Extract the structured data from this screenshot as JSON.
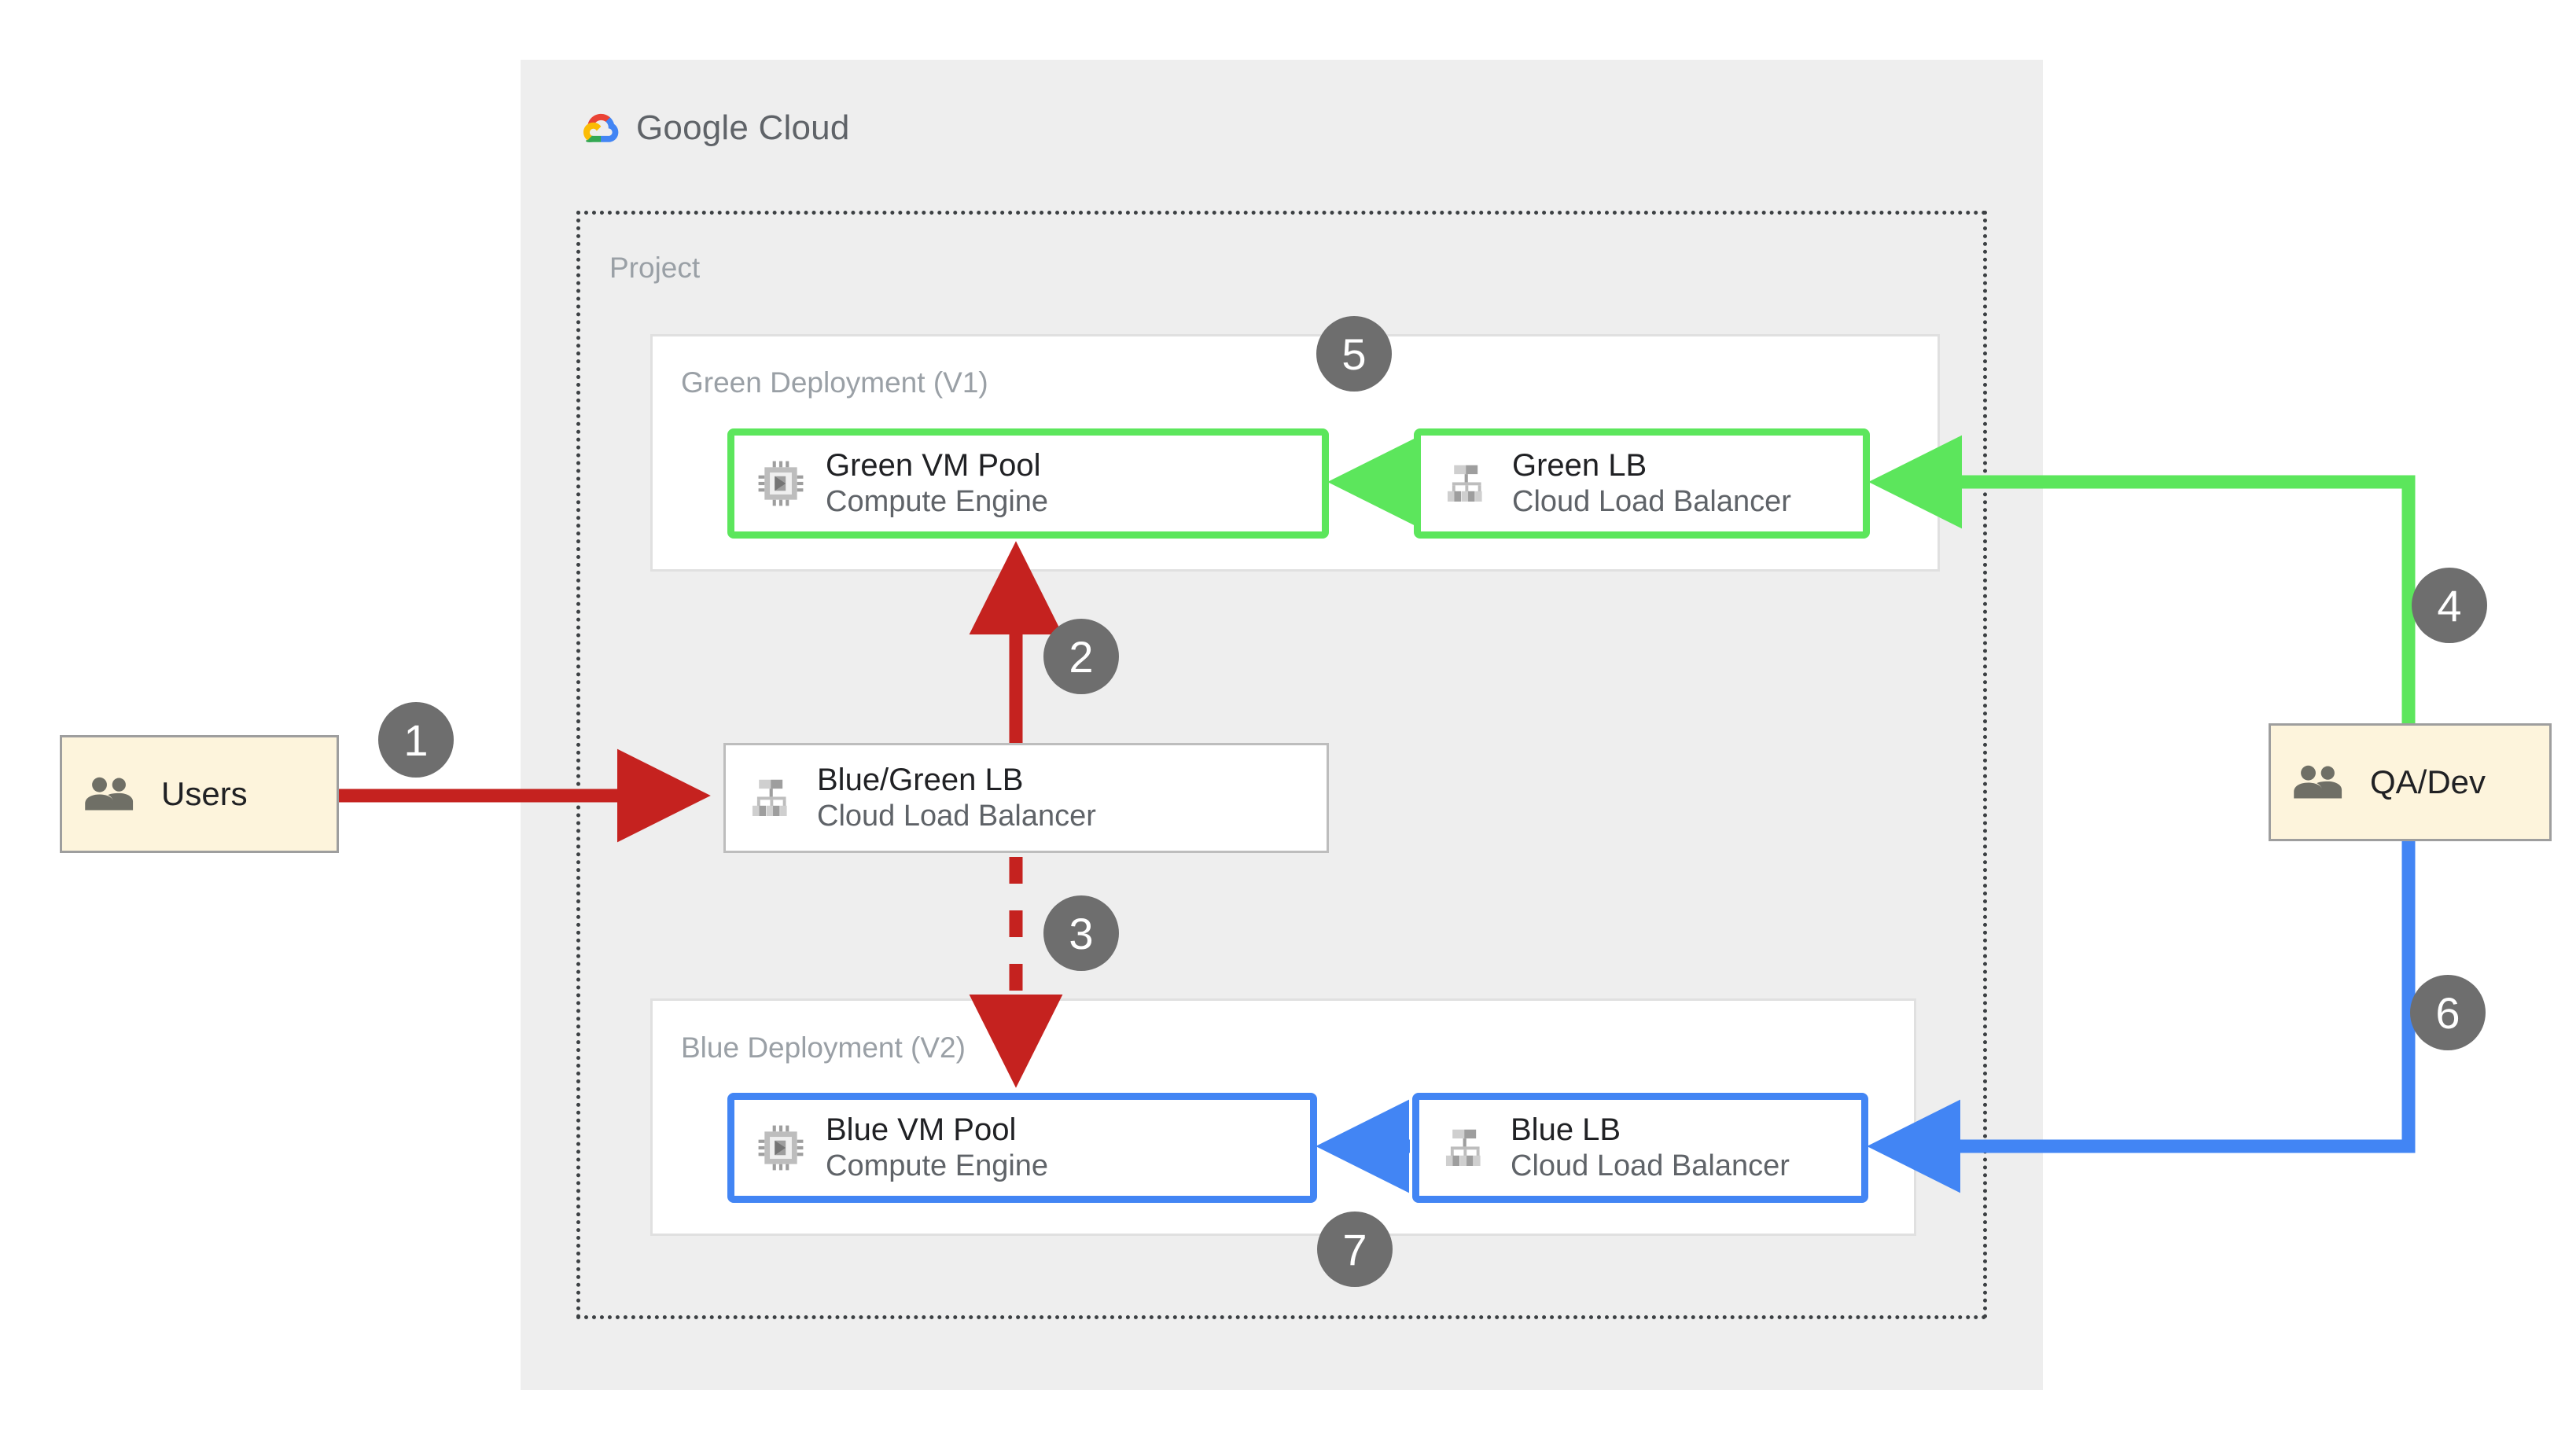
{
  "brand": {
    "logo_icon": "google-cloud-logo-icon",
    "name_part1": "Google",
    "name_part2": "Cloud"
  },
  "project": {
    "label": "Project"
  },
  "deployments": [
    {
      "key": "green",
      "label": "Green Deployment (V1)",
      "accent": "#5CE65C"
    },
    {
      "key": "blue",
      "label": "Blue Deployment (V2)",
      "accent": "#4285F4"
    }
  ],
  "cards": {
    "green_vm": {
      "title": "Green VM Pool",
      "subtitle": "Compute Engine",
      "icon": "cpu-icon"
    },
    "green_lb": {
      "title": "Green LB",
      "subtitle": "Cloud Load Balancer",
      "icon": "load-balancer-icon"
    },
    "bg_lb": {
      "title": "Blue/Green LB",
      "subtitle": "Cloud Load Balancer",
      "icon": "load-balancer-icon"
    },
    "blue_vm": {
      "title": "Blue VM Pool",
      "subtitle": "Compute Engine",
      "icon": "cpu-icon"
    },
    "blue_lb": {
      "title": "Blue LB",
      "subtitle": "Cloud Load Balancer",
      "icon": "load-balancer-icon"
    }
  },
  "actors": {
    "users": {
      "label": "Users",
      "icon": "people-icon"
    },
    "qa_dev": {
      "label": "QA/Dev",
      "icon": "people-icon"
    }
  },
  "steps": [
    {
      "n": "1",
      "flow": "Users to Blue/Green LB",
      "color": "#C5221F",
      "style": "solid"
    },
    {
      "n": "2",
      "flow": "Blue/Green LB to Green VM Pool",
      "color": "#C5221F",
      "style": "solid"
    },
    {
      "n": "3",
      "flow": "Blue/Green LB to Blue VM Pool",
      "color": "#C5221F",
      "style": "dashed"
    },
    {
      "n": "4",
      "flow": "QA/Dev to Green LB",
      "color": "#5CE65C",
      "style": "solid"
    },
    {
      "n": "5",
      "flow": "Green LB to Green VM Pool",
      "color": "#5CE65C",
      "style": "solid"
    },
    {
      "n": "6",
      "flow": "QA/Dev to Blue LB",
      "color": "#4285F4",
      "style": "solid"
    },
    {
      "n": "7",
      "flow": "Blue LB to Blue VM Pool",
      "color": "#4285F4",
      "style": "solid"
    }
  ],
  "colors": {
    "canvas": "#ffffff",
    "cloud_panel": "#eeeeee",
    "panel_white": "#ffffff",
    "actor_fill": "#FDF4DC",
    "badge": "#6e6e6e",
    "red": "#C5221F",
    "green": "#5CE65C",
    "blue": "#4285F4",
    "muted_text": "#9aa0a6",
    "body_text": "#202124",
    "sub_text": "#5f6368"
  }
}
